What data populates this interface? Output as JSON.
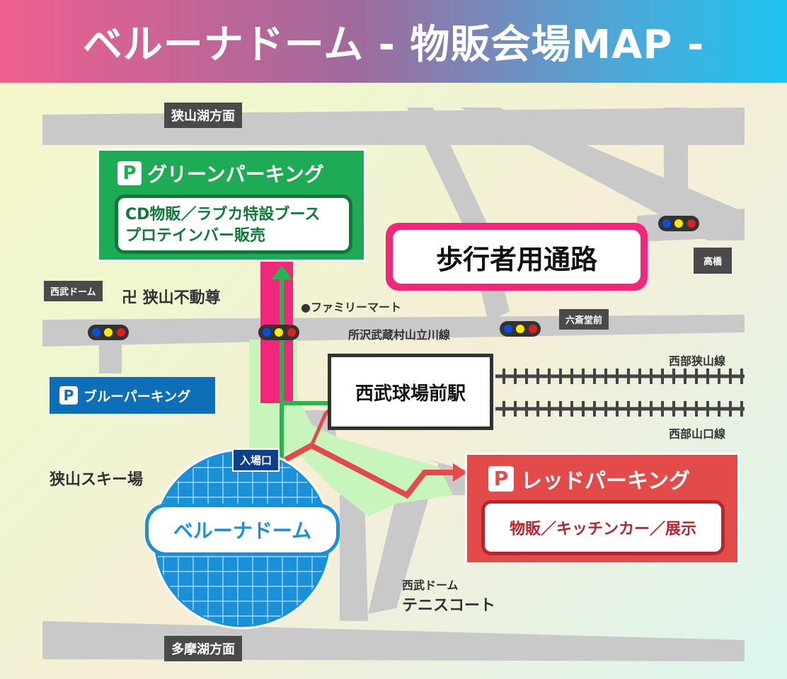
{
  "header": {
    "title": "ベルーナドーム - 物販会場MAP -"
  },
  "directions": {
    "sayamako": "狭山湖方面",
    "tamako": "多摩湖方面",
    "takahashi": "高橋",
    "seibu_dome_tag": "西武ドーム",
    "rokusaidomae": "六斎堂前"
  },
  "landmarks": {
    "fudoson": "卍 狭山不動尊",
    "familymart": "●ファミリーマート",
    "road_name": "所沢武蔵村山立川線",
    "ski": "狭山スキー場",
    "tennis_line1": "西武ドーム",
    "tennis_line2": "テニスコート",
    "entrance": "入場口"
  },
  "rail": {
    "station": "西武球場前駅",
    "line_top": "西部狭山線",
    "line_bottom": "西部山口線"
  },
  "green_parking": {
    "p": "P",
    "title": "グリーンパーキング",
    "line1": "CD物販／ラブカ特設ブース",
    "line2": "プロテインバー販売"
  },
  "walkway": "歩行者用通路",
  "blue_parking": {
    "p": "P",
    "title": "ブルーパーキング"
  },
  "red_parking": {
    "p": "P",
    "title": "レッドパーキング",
    "sub": "物販／キッチンカー／展示"
  },
  "dome": {
    "name": "ベルーナドーム"
  },
  "colors": {
    "green": "#1faa55",
    "pink": "#f0277a",
    "blue": "#0e6fb8",
    "red": "#e34a4a",
    "dome": "#1a90d8",
    "road": "#c9c9c9"
  }
}
